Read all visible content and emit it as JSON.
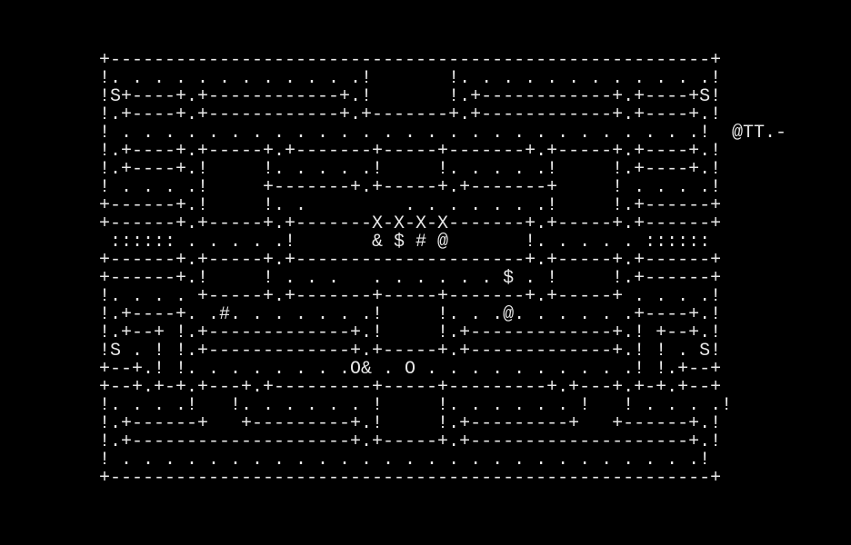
{
  "board": {
    "rows": [
      "+-------------------------------------------------------+",
      "!. . . . . . . . . . . .!       !. . . . . . . . . . . .!",
      "!S+----+.+------------+.!       !.+------------+.+----+S!",
      "!.+----+.+------------+.+-------+.+------------+.+----+.!",
      "! . . . . . . . . . . . . . . . . . . . . . . . . . . .!",
      "!.+----+.+-----+.+-------+-----+-------+.+-----+.+----+.!",
      "!.+----+.!     !. . . . .!     !. . . . .!     !.+----+.!",
      "! . . . .!     +-------+.+-----+.+-------+     ! . . . .!",
      "+------+.!     !. .         . . . . . . .!     !.+------+",
      "+------+.+-----+.+-------X-X-X-X-------+.+-----+.+------+",
      " :::::: . . . . .!       & $ # @       !. . . . . :::::: ",
      "+------+.+-----+.+---------------------+.+-----+.+------+",
      "+------+.!     ! . . .   . . . . . . $ . !     !.+------+",
      "!. . . . +-----+.+-------+-----+-------+.+-----+ . . . .!",
      "!.+----+. .#. . . . . . .!     !. . .@. . . . . .+----+.!",
      "!.+--+ !.+-------------+.!     !.+-------------+.! +--+.!",
      "!S . ! !.+-------------+.+-----+.+-------------+.! ! . S!",
      "+--+.! !. . . . . . . .O& . O . . . . . . . . . .! !.+--+",
      "+--+.+-+.+---+.+---------+-----+---------+.+---+.+-+.+--+",
      "!. . . .!   !. . . . . . !     !. . . . . . !   ! . . . .!",
      "!.+------+   +---------+.!     !.+---------+   +------+.!",
      "!.+--------------------+.+-----+.+--------------------+.!",
      "! . . . . . . . . . . . . . . . . . . . . . . . . . . .!",
      "+-------------------------------------------------------+"
    ]
  },
  "status": {
    "text": "@TT.-"
  },
  "colors": {
    "background": "#000000",
    "foreground": "#e8e8e8"
  }
}
